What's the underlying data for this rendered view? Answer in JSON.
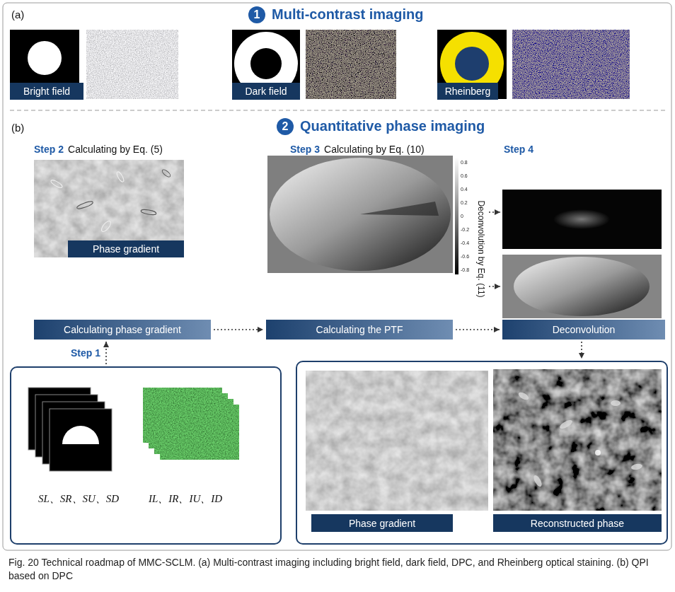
{
  "diagram": {
    "caption": "Fig. 20 Technical roadmap of MMC-SCLM. (a) Multi-contrast imaging including bright field, dark field, DPC, and Rheinberg optical staining. (b) QPI based on DPC",
    "nodes": [
      {
        "text": [
          "1"
        ]
      },
      {
        "text": [
          "Bright field"
        ]
      },
      {
        "text": [
          "Dark field"
        ]
      },
      {
        "text": [
          "Rheinberg"
        ]
      },
      {
        "text": [
          "2"
        ]
      },
      {
        "text": [
          "Phase gradient"
        ]
      },
      {
        "text": [
          "Calculating phase gradient"
        ]
      },
      {
        "text": [
          "Calculating the PTF"
        ]
      },
      {
        "text": [
          "Deconvolution"
        ]
      },
      {
        "text": [
          "SL、SR、SU、SD",
          "IL、IR、IU、ID"
        ]
      },
      {
        "text": []
      },
      {
        "text": [
          "Phase gradient"
        ],
        "in": 10
      },
      {
        "text": [
          "Reconstructed phase"
        ],
        "in": 10
      }
    ],
    "edges": [
      {
        "from": 6,
        "to": 7,
        "arrow": "to"
      },
      {
        "from": 7,
        "to": 8,
        "arrow": "to"
      },
      {
        "from": 9,
        "to": 6,
        "arrow": "to",
        "label": "Step 1"
      },
      {
        "from": 8,
        "to": 10,
        "arrow": "to"
      }
    ],
    "labels": [
      "(a)",
      "Multi-contrast imaging",
      "(b)",
      "Quantitative phase imaging",
      "Step 2",
      "Calculating by Eq. (5)",
      "Step 3",
      "Calculating by Eq. (10)",
      "Step 4",
      "0.8",
      "0.6",
      "0.4",
      "0.2",
      "0",
      "-0.2",
      "-0.4",
      "-0.6",
      "-0.8",
      "Deconvolution by Eq. (11)"
    ]
  }
}
